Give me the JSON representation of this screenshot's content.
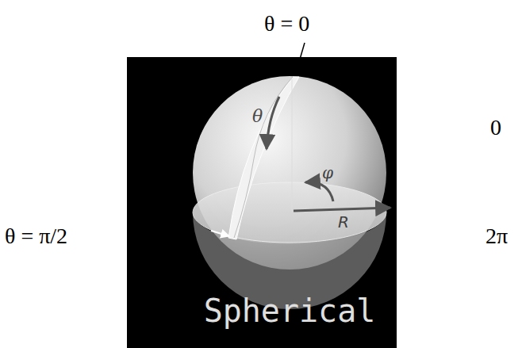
{
  "diagram": {
    "labels": [
      "θ = 0",
      "0",
      "θ = π/2",
      "2π",
      "θ",
      "φ",
      "R",
      "Spherical"
    ]
  }
}
